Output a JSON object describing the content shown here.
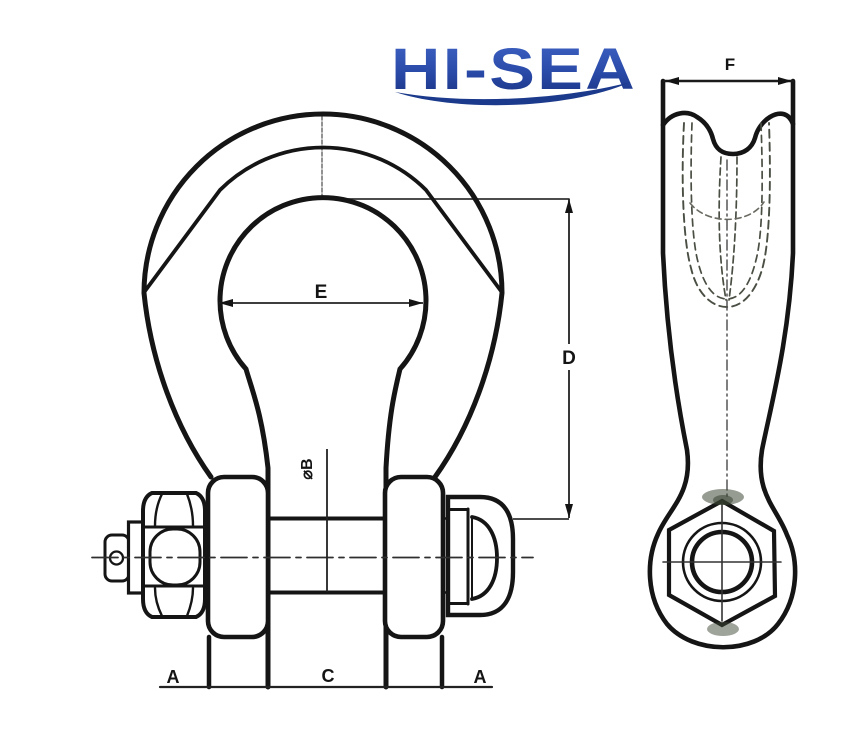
{
  "logo": {
    "text": "HI-SEA"
  },
  "dimension_labels": {
    "inner_width": "E",
    "inside_length": "D",
    "pin_diameter": "⌀B",
    "leg_left": "A",
    "inside_width_bottom": "C",
    "leg_right": "A",
    "bow_section_width": "F"
  },
  "colors": {
    "paper": "#ffffff",
    "ink": "#151515",
    "thin_line": "#333333",
    "hidden_line": "#4a4f44",
    "logo_blue_light": "#4064c5",
    "logo_blue_dark": "#17307e",
    "swoosh_blue": "#1c3a8c",
    "smudge_olive": "#3f4a38"
  }
}
